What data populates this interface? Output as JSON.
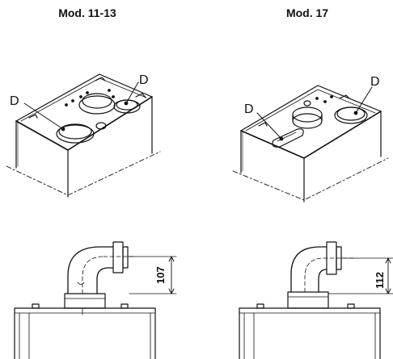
{
  "models": [
    {
      "title": "Mod. 11-13",
      "callout_label": "D",
      "dimension": "107"
    },
    {
      "title": "Mod. 17",
      "callout_label": "D",
      "dimension": "112"
    }
  ]
}
